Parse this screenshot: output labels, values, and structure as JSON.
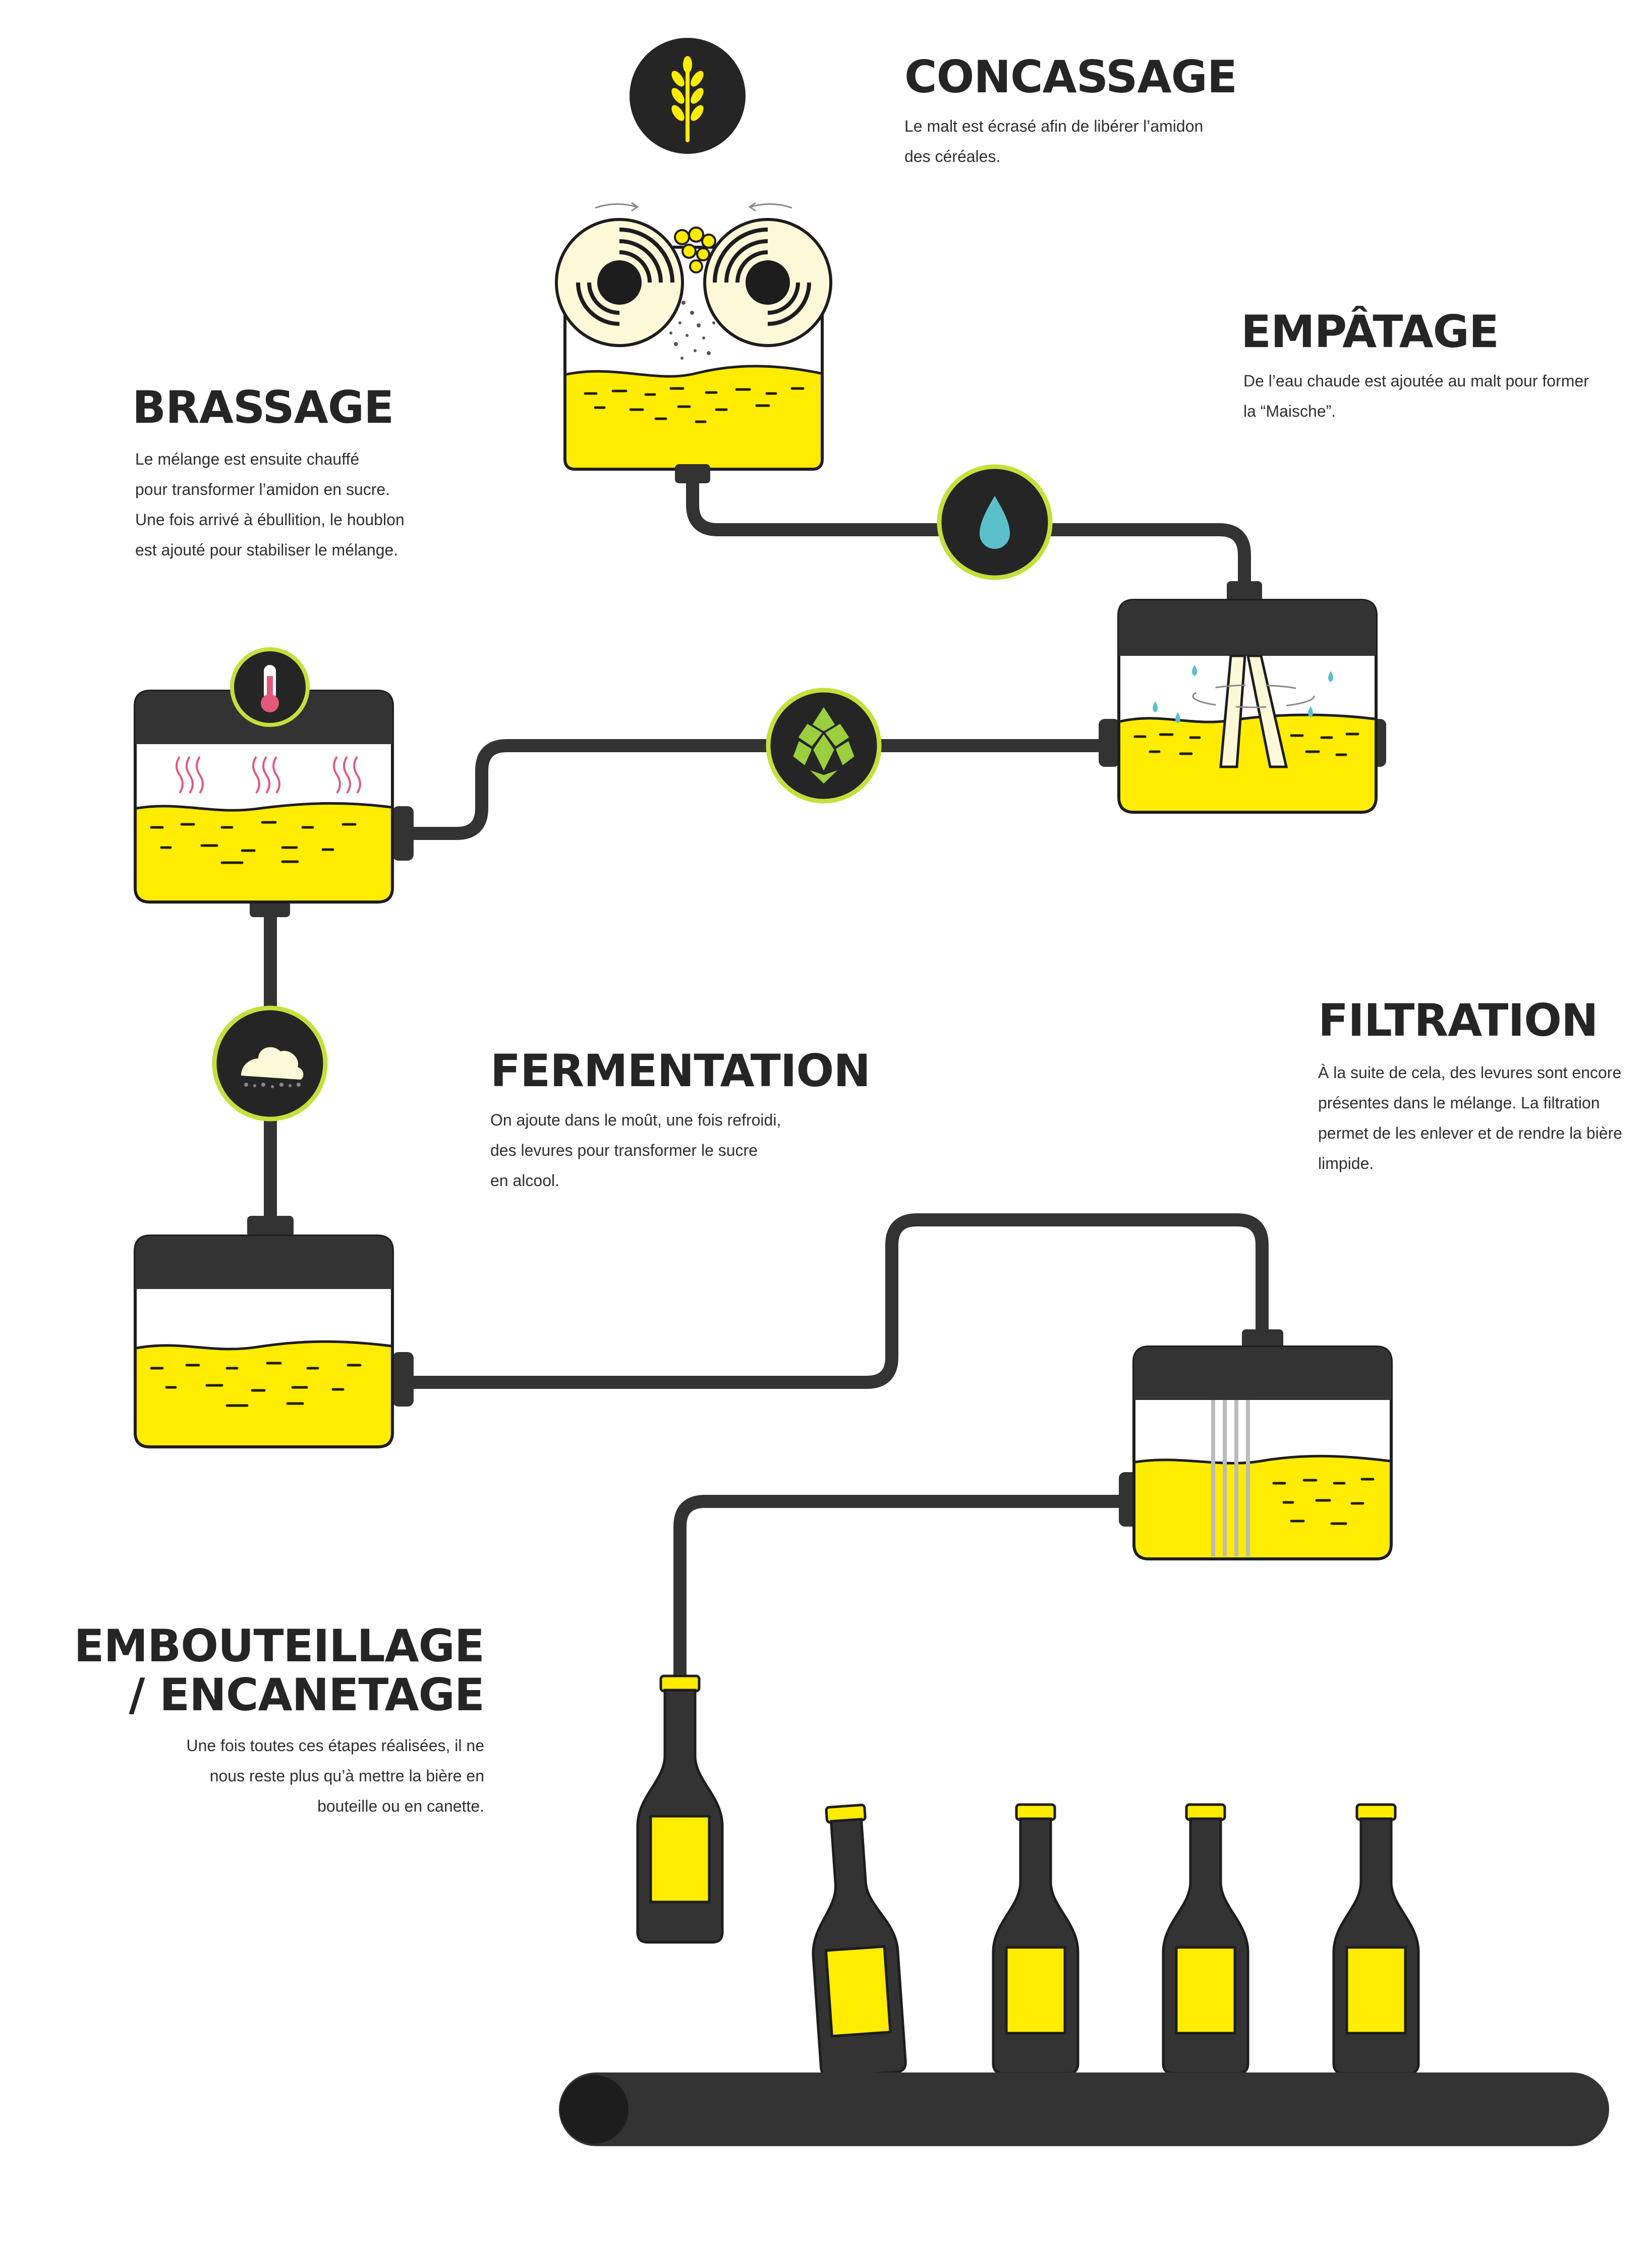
{
  "colors": {
    "dark": "#333333",
    "ink": "#1d1d1d",
    "beer": "#ffec00",
    "foam": "#fcf8d8",
    "accent_ring": "#c4e03a",
    "water_drop": "#5bc0c9",
    "hop": "#9bcf3f",
    "heat_lines": "#e3587d"
  },
  "steps": {
    "concassage": {
      "title": "CONCASSAGE",
      "desc": [
        "Le malt est écrasé afin de libérer l’amidon",
        "des céréales."
      ],
      "icon": "wheat-icon"
    },
    "empatage": {
      "title": "EMPÂTAGE",
      "desc": [
        "De l’eau chaude est ajoutée au malt pour former",
        "la “Maische”."
      ],
      "icon": "water-drop-icon"
    },
    "brassage": {
      "title": "BRASSAGE",
      "desc": [
        "Le mélange est ensuite chauffé",
        "pour transformer l’amidon en sucre.",
        "Une fois arrivé à ébullition, le houblon",
        "est ajouté pour stabiliser le mélange."
      ],
      "icon": "thermometer-icon",
      "icon2": "hop-icon"
    },
    "fermentation": {
      "title": "FERMENTATION",
      "desc": [
        "On ajoute dans le moût, une fois refroidi,",
        "des levures pour transformer le sucre",
        "en alcool."
      ],
      "icon": "yeast-icon"
    },
    "filtration": {
      "title": "FILTRATION",
      "desc": [
        "À la suite de cela, des levures sont encore",
        "présentes dans le mélange. La filtration",
        "permet de les enlever et de rendre la bière",
        "limpide."
      ]
    },
    "embouteillage": {
      "title": [
        "EMBOUTEILLAGE",
        "/ ENCANETAGE"
      ],
      "desc": [
        "Une fois toutes ces étapes réalisées, il ne",
        "nous reste plus qu’à mettre la bière en",
        "bouteille ou en canette."
      ]
    }
  }
}
